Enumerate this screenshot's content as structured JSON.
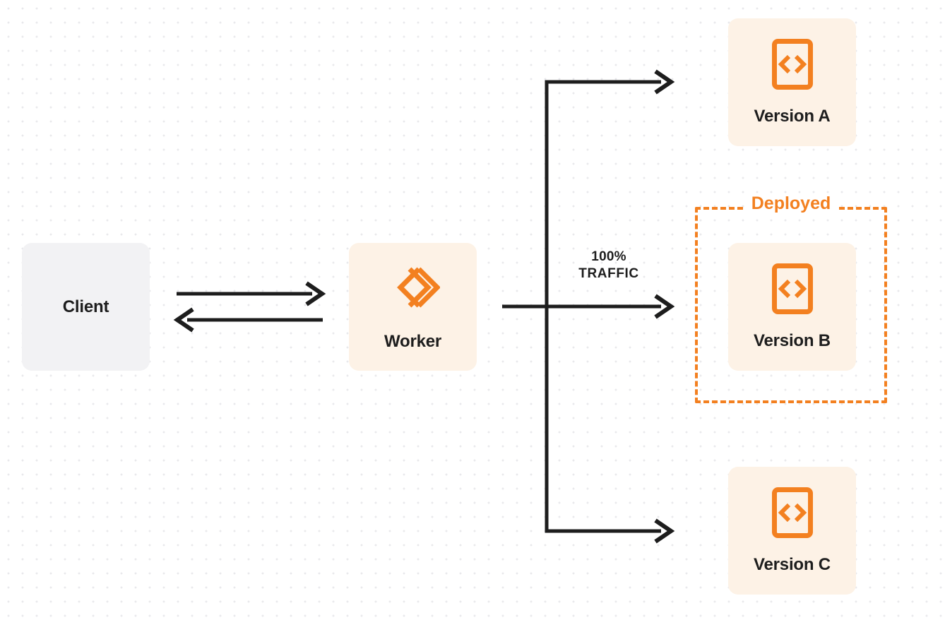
{
  "diagram": {
    "title": "Worker version traffic routing",
    "colors": {
      "accent_orange": "#f38020",
      "card_peach": "#fdf2e6",
      "client_gray": "#f2f2f4",
      "edge_black": "#1d1d1d",
      "dot_grid": "#e9e9ec"
    }
  },
  "nodes": {
    "client": {
      "label": "Client"
    },
    "worker": {
      "label": "Worker",
      "icon": "cloudflare-workers-logo"
    },
    "version_a": {
      "label": "Version A",
      "icon": "code-brackets-icon"
    },
    "version_b": {
      "label": "Version B",
      "icon": "code-brackets-icon"
    },
    "version_c": {
      "label": "Version C",
      "icon": "code-brackets-icon"
    }
  },
  "groups": {
    "deployed": {
      "label": "Deployed"
    }
  },
  "edges": {
    "traffic": {
      "percent": "100%",
      "word": "TRAFFIC"
    }
  }
}
